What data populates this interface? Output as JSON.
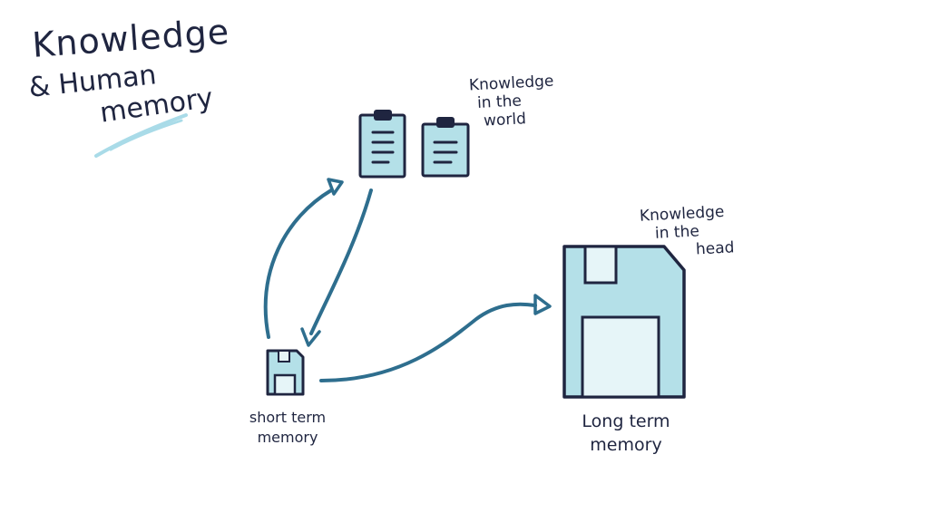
{
  "title": {
    "line1": "Knowledge",
    "line2": "& Human",
    "line3": "memory"
  },
  "knowledge_in_world": [
    "Knowledge",
    "in the",
    "world"
  ],
  "knowledge_in_head": [
    "Knowledge",
    "in the",
    "head"
  ],
  "short_term": [
    "short term",
    "memory"
  ],
  "long_term": [
    "Long term",
    "memory"
  ],
  "colors": {
    "ink": "#1f2540",
    "arrow": "#2e6e8e",
    "fill": "#b4e0e8",
    "fill_light": "#e6f5f8",
    "highlight": "#a9dbe8"
  },
  "icons": [
    "clipboard-icon",
    "clipboard-icon",
    "floppy-disk-icon",
    "floppy-disk-icon"
  ]
}
